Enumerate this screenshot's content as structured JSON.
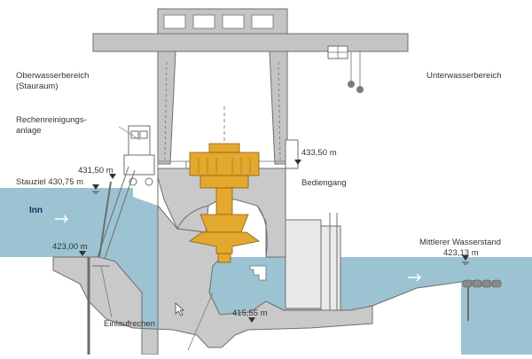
{
  "regions": {
    "upstream_line1": "Oberwasserbereich",
    "upstream_line2": "(Stauraum)",
    "downstream": "Unterwasserbereich"
  },
  "labels": {
    "trashrack_cleaner_line1": "Rechenreinigungs-",
    "trashrack_cleaner_line2": "anlage",
    "service_walkway": "Bediengang",
    "intake_rack": "Einlaufrechen",
    "mean_water_level_title": "Mittlerer Wasserstand",
    "river_name": "Inn"
  },
  "levels": {
    "crest": "431,50 m",
    "retention_level": "Stauziel 430,75 m",
    "intake_floor": "423,00 m",
    "powerhouse_deck": "433,50 m",
    "tailwater": "423,13 m",
    "draft_tube_floor": "415,55 m"
  },
  "colors": {
    "water": "#9cc3d2",
    "concrete": "#c9c9c9",
    "structure_line": "#6e6e6e",
    "turbine_gold": "#e3a92e"
  }
}
